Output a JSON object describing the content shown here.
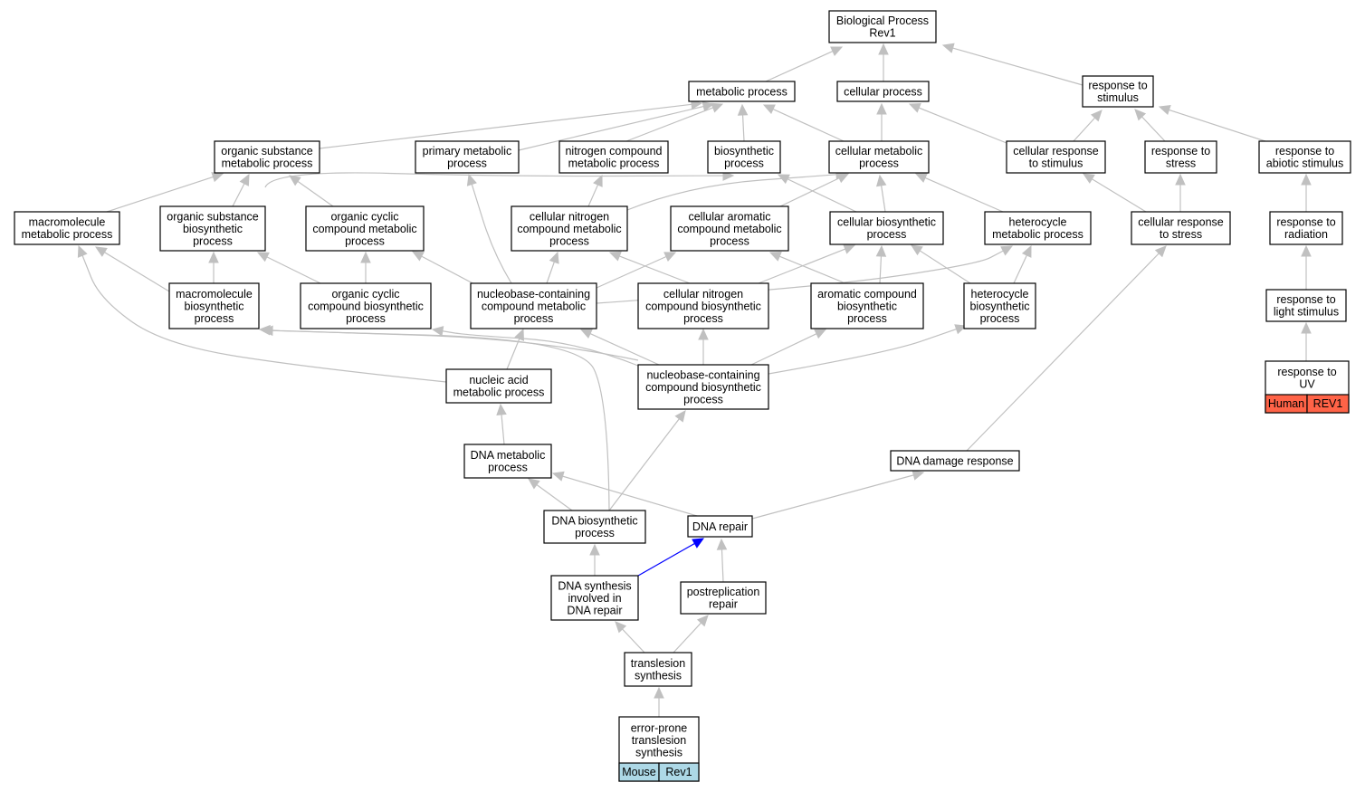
{
  "nodes": {
    "bp": {
      "lines": [
        "Biological Process",
        "Rev1"
      ]
    },
    "metabolic": {
      "lines": [
        "metabolic process"
      ]
    },
    "cellular": {
      "lines": [
        "cellular process"
      ]
    },
    "resp_stim": {
      "lines": [
        "response to",
        "stimulus"
      ]
    },
    "org_sub_met": {
      "lines": [
        "organic substance",
        "metabolic process"
      ]
    },
    "prim_met": {
      "lines": [
        "primary metabolic",
        "process"
      ]
    },
    "nitro_met": {
      "lines": [
        "nitrogen compound",
        "metabolic process"
      ]
    },
    "biosyn": {
      "lines": [
        "biosynthetic",
        "process"
      ]
    },
    "cell_met": {
      "lines": [
        "cellular metabolic",
        "process"
      ]
    },
    "cell_resp_stim": {
      "lines": [
        "cellular response",
        "to stimulus"
      ]
    },
    "resp_stress": {
      "lines": [
        "response to",
        "stress"
      ]
    },
    "resp_abiotic": {
      "lines": [
        "response to",
        "abiotic stimulus"
      ]
    },
    "macro_met": {
      "lines": [
        "macromolecule",
        "metabolic process"
      ]
    },
    "org_sub_bio": {
      "lines": [
        "organic substance",
        "biosynthetic",
        "process"
      ]
    },
    "org_cyc_met": {
      "lines": [
        "organic cyclic",
        "compound metabolic",
        "process"
      ]
    },
    "cell_nitro_met": {
      "lines": [
        "cellular nitrogen",
        "compound metabolic",
        "process"
      ]
    },
    "cell_arom_met": {
      "lines": [
        "cellular aromatic",
        "compound metabolic",
        "process"
      ]
    },
    "cell_bio": {
      "lines": [
        "cellular biosynthetic",
        "process"
      ]
    },
    "hetero_met": {
      "lines": [
        "heterocycle",
        "metabolic process"
      ]
    },
    "cell_resp_stress": {
      "lines": [
        "cellular response",
        "to stress"
      ]
    },
    "resp_rad": {
      "lines": [
        "response to",
        "radiation"
      ]
    },
    "macro_bio": {
      "lines": [
        "macromolecule",
        "biosynthetic",
        "process"
      ]
    },
    "org_cyc_bio": {
      "lines": [
        "organic cyclic",
        "compound biosynthetic",
        "process"
      ]
    },
    "nb_met": {
      "lines": [
        "nucleobase-containing",
        "compound metabolic",
        "process"
      ]
    },
    "cell_nitro_bio": {
      "lines": [
        "cellular nitrogen",
        "compound biosynthetic",
        "process"
      ]
    },
    "arom_bio": {
      "lines": [
        "aromatic compound",
        "biosynthetic",
        "process"
      ]
    },
    "hetero_bio": {
      "lines": [
        "heterocycle",
        "biosynthetic",
        "process"
      ]
    },
    "resp_light": {
      "lines": [
        "response to",
        "light stimulus"
      ]
    },
    "nucleic_met": {
      "lines": [
        "nucleic acid",
        "metabolic process"
      ]
    },
    "nb_bio": {
      "lines": [
        "nucleobase-containing",
        "compound biosynthetic",
        "process"
      ]
    },
    "resp_uv": {
      "lines": [
        "response to",
        "UV"
      ],
      "tags": [
        "Human",
        "REV1"
      ]
    },
    "dna_met": {
      "lines": [
        "DNA metabolic",
        "process"
      ]
    },
    "dna_damage": {
      "lines": [
        "DNA damage response"
      ]
    },
    "dna_bio": {
      "lines": [
        "DNA biosynthetic",
        "process"
      ]
    },
    "dna_repair": {
      "lines": [
        "DNA repair"
      ]
    },
    "dna_syn_repair": {
      "lines": [
        "DNA synthesis",
        "involved in",
        "DNA repair"
      ]
    },
    "postrep": {
      "lines": [
        "postreplication",
        "repair"
      ]
    },
    "tls": {
      "lines": [
        "translesion",
        "synthesis"
      ]
    },
    "ep_tls": {
      "lines": [
        "error-prone",
        "translesion",
        "synthesis"
      ],
      "tags": [
        "Mouse",
        "Rev1"
      ]
    }
  },
  "tag_colors": {
    "Human": "#ff6347",
    "REV1": "#ff6347",
    "Mouse": "#add8e6",
    "Rev1": "#add8e6"
  },
  "edge_colors": {
    "default": "#c0c0c0",
    "highlight": "#0000ff"
  },
  "edges": [
    {
      "from": "metabolic",
      "to": "bp"
    },
    {
      "from": "cellular",
      "to": "bp"
    },
    {
      "from": "resp_stim",
      "to": "bp"
    },
    {
      "from": "org_sub_met",
      "to": "metabolic"
    },
    {
      "from": "prim_met",
      "to": "metabolic"
    },
    {
      "from": "nitro_met",
      "to": "metabolic"
    },
    {
      "from": "biosyn",
      "to": "metabolic"
    },
    {
      "from": "cell_met",
      "to": "metabolic"
    },
    {
      "from": "cell_met",
      "to": "cellular"
    },
    {
      "from": "cell_resp_stim",
      "to": "cellular"
    },
    {
      "from": "cell_resp_stim",
      "to": "resp_stim"
    },
    {
      "from": "resp_stress",
      "to": "resp_stim"
    },
    {
      "from": "resp_abiotic",
      "to": "resp_stim"
    },
    {
      "from": "macro_met",
      "to": "org_sub_met"
    },
    {
      "from": "org_sub_bio",
      "to": "org_sub_met"
    },
    {
      "from": "org_sub_bio",
      "to": "biosyn"
    },
    {
      "from": "org_cyc_met",
      "to": "org_sub_met"
    },
    {
      "from": "cell_nitro_met",
      "to": "nitro_met"
    },
    {
      "from": "cell_nitro_met",
      "to": "cell_met"
    },
    {
      "from": "cell_arom_met",
      "to": "cell_met"
    },
    {
      "from": "cell_bio",
      "to": "cell_met"
    },
    {
      "from": "cell_bio",
      "to": "biosyn"
    },
    {
      "from": "hetero_met",
      "to": "cell_met"
    },
    {
      "from": "cell_resp_stress",
      "to": "cell_resp_stim"
    },
    {
      "from": "cell_resp_stress",
      "to": "resp_stress"
    },
    {
      "from": "resp_rad",
      "to": "resp_abiotic"
    },
    {
      "from": "macro_bio",
      "to": "macro_met"
    },
    {
      "from": "macro_bio",
      "to": "org_sub_bio"
    },
    {
      "from": "org_cyc_bio",
      "to": "org_cyc_met"
    },
    {
      "from": "org_cyc_bio",
      "to": "org_sub_bio"
    },
    {
      "from": "nb_met",
      "to": "prim_met"
    },
    {
      "from": "nb_met",
      "to": "org_cyc_met"
    },
    {
      "from": "nb_met",
      "to": "cell_nitro_met"
    },
    {
      "from": "nb_met",
      "to": "cell_arom_met"
    },
    {
      "from": "nb_met",
      "to": "hetero_met"
    },
    {
      "from": "cell_nitro_bio",
      "to": "cell_nitro_met"
    },
    {
      "from": "cell_nitro_bio",
      "to": "cell_bio"
    },
    {
      "from": "arom_bio",
      "to": "cell_arom_met"
    },
    {
      "from": "arom_bio",
      "to": "cell_bio"
    },
    {
      "from": "hetero_bio",
      "to": "hetero_met"
    },
    {
      "from": "hetero_bio",
      "to": "cell_bio"
    },
    {
      "from": "resp_light",
      "to": "resp_rad"
    },
    {
      "from": "nucleic_met",
      "to": "macro_met"
    },
    {
      "from": "nucleic_met",
      "to": "nb_met"
    },
    {
      "from": "nb_bio",
      "to": "macro_bio"
    },
    {
      "from": "nb_bio",
      "to": "org_cyc_bio"
    },
    {
      "from": "nb_bio",
      "to": "nb_met"
    },
    {
      "from": "nb_bio",
      "to": "cell_nitro_bio"
    },
    {
      "from": "nb_bio",
      "to": "arom_bio"
    },
    {
      "from": "nb_bio",
      "to": "hetero_bio"
    },
    {
      "from": "resp_uv",
      "to": "resp_light"
    },
    {
      "from": "dna_met",
      "to": "nucleic_met"
    },
    {
      "from": "dna_damage",
      "to": "cell_resp_stress"
    },
    {
      "from": "dna_bio",
      "to": "dna_met"
    },
    {
      "from": "dna_bio",
      "to": "nb_bio"
    },
    {
      "from": "dna_bio",
      "to": "macro_bio"
    },
    {
      "from": "dna_repair",
      "to": "dna_met"
    },
    {
      "from": "dna_repair",
      "to": "dna_damage"
    },
    {
      "from": "dna_syn_repair",
      "to": "dna_bio"
    },
    {
      "from": "dna_syn_repair",
      "to": "dna_repair",
      "highlight": true
    },
    {
      "from": "postrep",
      "to": "dna_repair"
    },
    {
      "from": "tls",
      "to": "dna_syn_repair"
    },
    {
      "from": "tls",
      "to": "postrep"
    },
    {
      "from": "ep_tls",
      "to": "tls"
    }
  ]
}
